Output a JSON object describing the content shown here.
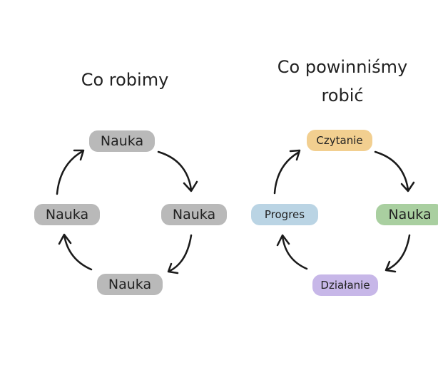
{
  "left": {
    "title": "Co robimy",
    "nodes": [
      "Nauka",
      "Nauka",
      "Nauka",
      "Nauka"
    ]
  },
  "right": {
    "title_line1": "Co powinniśmy",
    "title_line2": "robić",
    "nodes": [
      "Czytanie",
      "Nauka",
      "Działanie",
      "Progres"
    ]
  },
  "colors": {
    "gray": "#b9b9b9",
    "czytanie": "#f2cf90",
    "nauka": "#a9cfa0",
    "dzialanie": "#c7b7e8",
    "progres": "#bad4e4",
    "arrow": "#1a1a1a"
  }
}
